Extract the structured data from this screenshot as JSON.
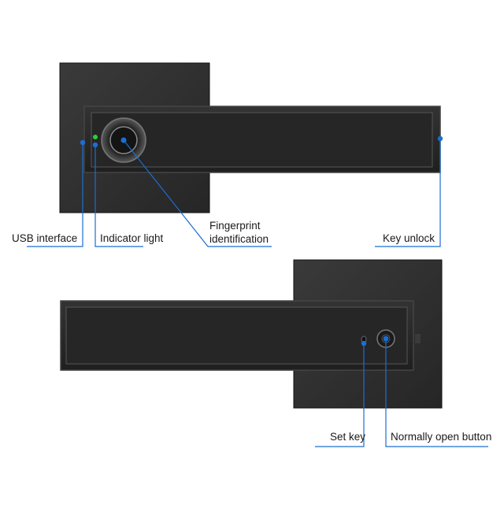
{
  "labels": {
    "usb_interface": "USB interface",
    "indicator_light": "Indicator light",
    "fingerprint_line1": "Fingerprint",
    "fingerprint_line2": "identification",
    "key_unlock": "Key unlock",
    "set_key": "Set key",
    "normally_open_button": "Normally open button"
  },
  "colors": {
    "callout": "#1b6fd1",
    "lock_body": "#2b2b2b",
    "lock_face": "#262626",
    "indicator": "#2bd13a"
  }
}
